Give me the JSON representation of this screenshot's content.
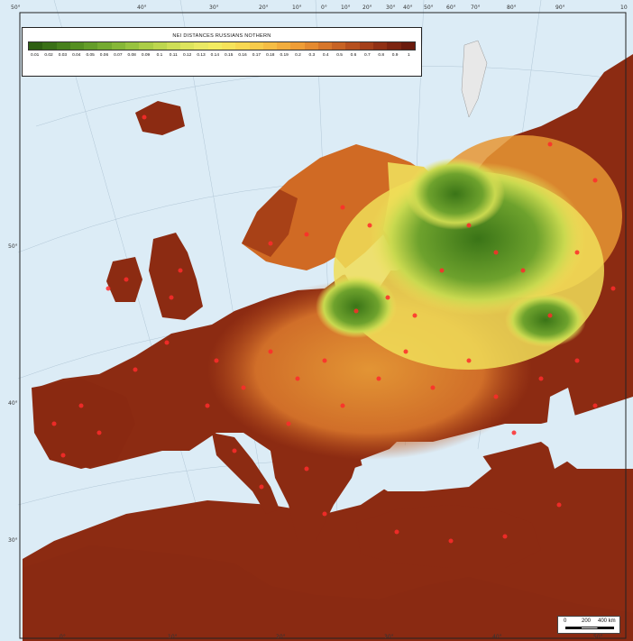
{
  "legend": {
    "title": "NEI DISTANCES RUSSIANS NOTHERN",
    "labels": [
      "0.01",
      "0.02",
      "0.03",
      "0.04",
      "0.05",
      "0.06",
      "0.07",
      "0.08",
      "0.09",
      "0.1",
      "0.11",
      "0.12",
      "0.13",
      "0.14",
      "0.15",
      "0.16",
      "0.17",
      "0.18",
      "0.19",
      "0.2",
      "0.3",
      "0.4",
      "0.5",
      "0.6",
      "0.7",
      "0.8",
      "0.9",
      "1"
    ],
    "colors": [
      "#2e5f12",
      "#3a7017",
      "#47801c",
      "#558f22",
      "#649d29",
      "#74aa30",
      "#86b737",
      "#98c33f",
      "#abcd46",
      "#bdd64e",
      "#cede56",
      "#dde45d",
      "#eae964",
      "#f3ec61",
      "#f6e35a",
      "#f8d852",
      "#f7cb4b",
      "#f5bd44",
      "#f2ad3d",
      "#ef9d36",
      "#e48a30",
      "#d6762a",
      "#c76324",
      "#b6501e",
      "#a43f19",
      "#903014",
      "#7c2410",
      "#6a1a0c"
    ]
  },
  "graticule": {
    "top": [
      "50°",
      "40°",
      "30°",
      "20°",
      "10°",
      "0°",
      "10°",
      "20°",
      "30°",
      "40°",
      "50°",
      "60°",
      "70°",
      "80°",
      "90°",
      "10"
    ],
    "bottom": [
      "0°",
      "10°",
      "20°",
      "30°",
      "40°",
      "50°"
    ],
    "left": [
      "50°",
      "40°",
      "30°"
    ]
  },
  "scale": {
    "labels": [
      "0",
      "200",
      "400 km"
    ]
  },
  "colors": {
    "sea": "#dcecf6",
    "land_far": "#8c2b12",
    "land_mid": "#cf6a24",
    "land_near": "#e79a36",
    "green_core": "#3f7a1a"
  }
}
